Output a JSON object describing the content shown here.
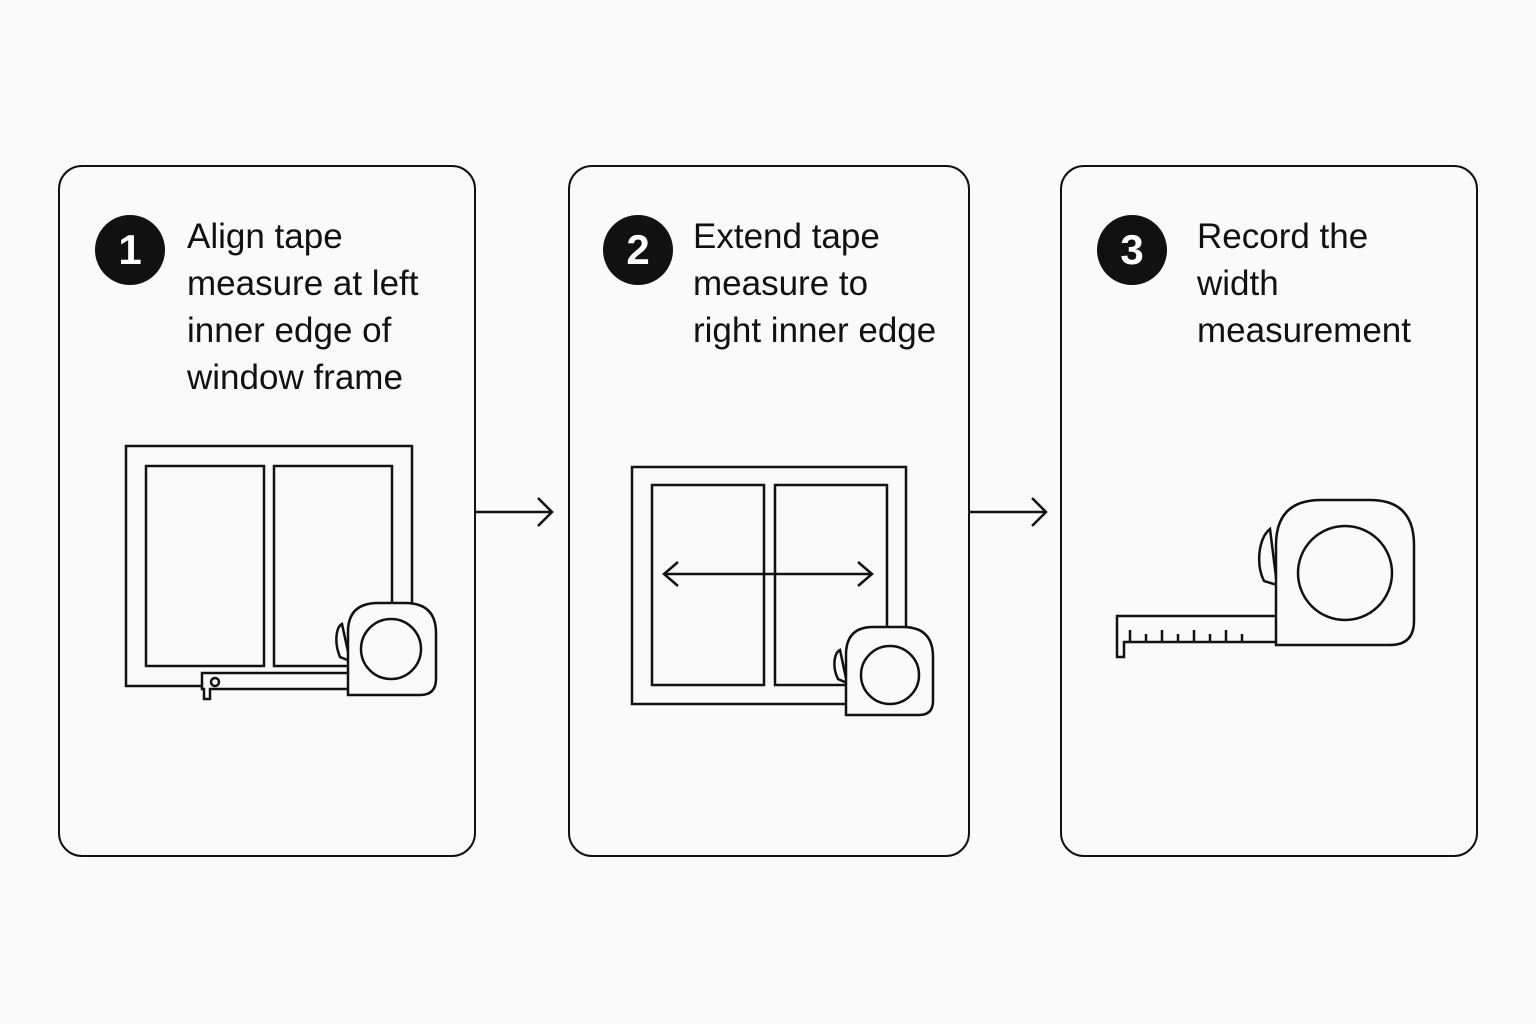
{
  "steps": [
    {
      "number": "1",
      "text": "Align tape\nmeasure at left\ninner edge of\nwindow frame"
    },
    {
      "number": "2",
      "text": "Extend tape\nmeasure to\nright inner edge"
    },
    {
      "number": "3",
      "text": "Record the\nwidth\nmeasurement"
    }
  ],
  "icons": {
    "step_1": [
      "window-icon",
      "tape-measure-icon"
    ],
    "step_2": [
      "window-icon",
      "double-arrow-icon",
      "tape-measure-icon"
    ],
    "step_3": [
      "tape-measure-icon"
    ],
    "between_steps": "arrow-right-icon"
  },
  "colors": {
    "line": "#111111",
    "background": "#fafafa",
    "badge_text": "#ffffff"
  }
}
